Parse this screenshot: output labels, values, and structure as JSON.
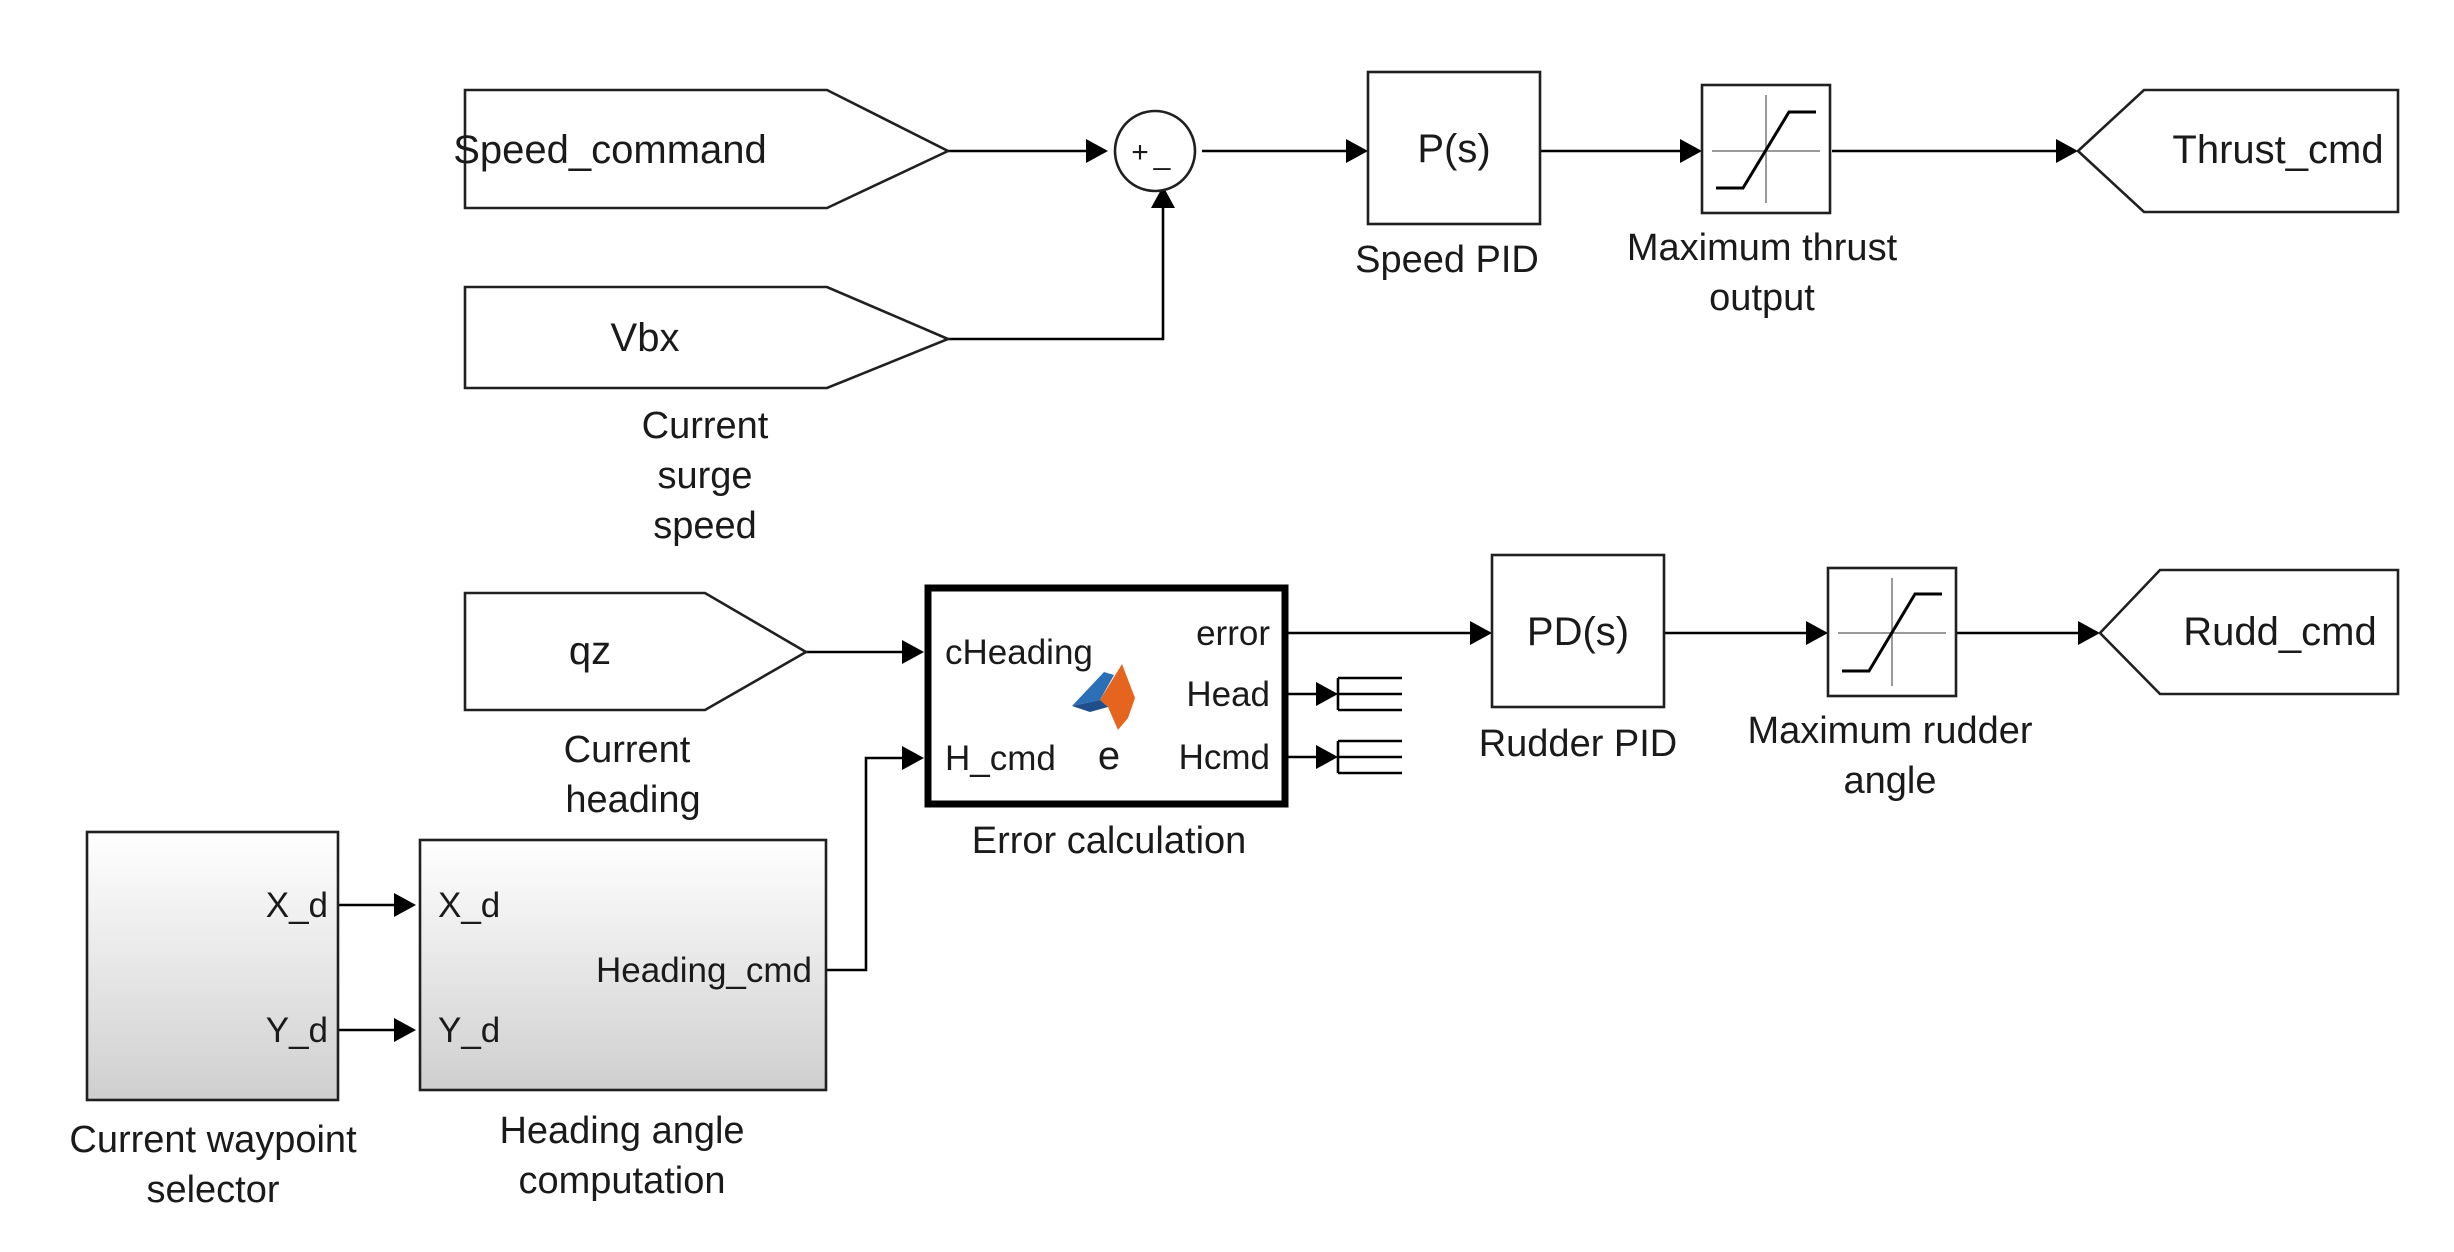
{
  "inports": {
    "speed_command": "Speed_command",
    "vbx": "Vbx",
    "vbx_caption": [
      "Current",
      "surge",
      "speed"
    ],
    "qz": "qz",
    "qz_caption": [
      "Current",
      "heading"
    ]
  },
  "outports": {
    "thrust_cmd": "Thrust_cmd",
    "rudd_cmd": "Rudd_cmd"
  },
  "sum_block": {
    "signs": [
      "+",
      "_"
    ]
  },
  "speed_pid": {
    "text": "P(s)",
    "caption": [
      "Speed PID"
    ]
  },
  "thrust_saturation": {
    "caption": [
      "Maximum thrust",
      "output"
    ]
  },
  "error_calc": {
    "inputs": [
      "cHeading",
      "H_cmd"
    ],
    "outputs": [
      "error",
      "Head",
      "Hcmd"
    ],
    "icon_letter": "e",
    "caption": [
      "Error calculation"
    ]
  },
  "rudder_pid": {
    "text": "PD(s)",
    "caption": [
      "Rudder PID"
    ]
  },
  "rudder_saturation": {
    "caption": [
      "Maximum rudder",
      "angle"
    ]
  },
  "waypoint_selector": {
    "outputs": [
      "X_d",
      "Y_d"
    ],
    "caption": [
      "Current waypoint",
      "selector"
    ]
  },
  "heading_computation": {
    "inputs": [
      "X_d",
      "Y_d"
    ],
    "output": "Heading_cmd",
    "caption": [
      "Heading angle",
      "computation"
    ]
  },
  "colors": {
    "line": "#000000",
    "subsystem_top": "#ffffff",
    "subsystem_bottom": "#cfcfcf",
    "matlab_icon_orange": "#e5651f",
    "matlab_icon_blue": "#2b6fb6"
  }
}
